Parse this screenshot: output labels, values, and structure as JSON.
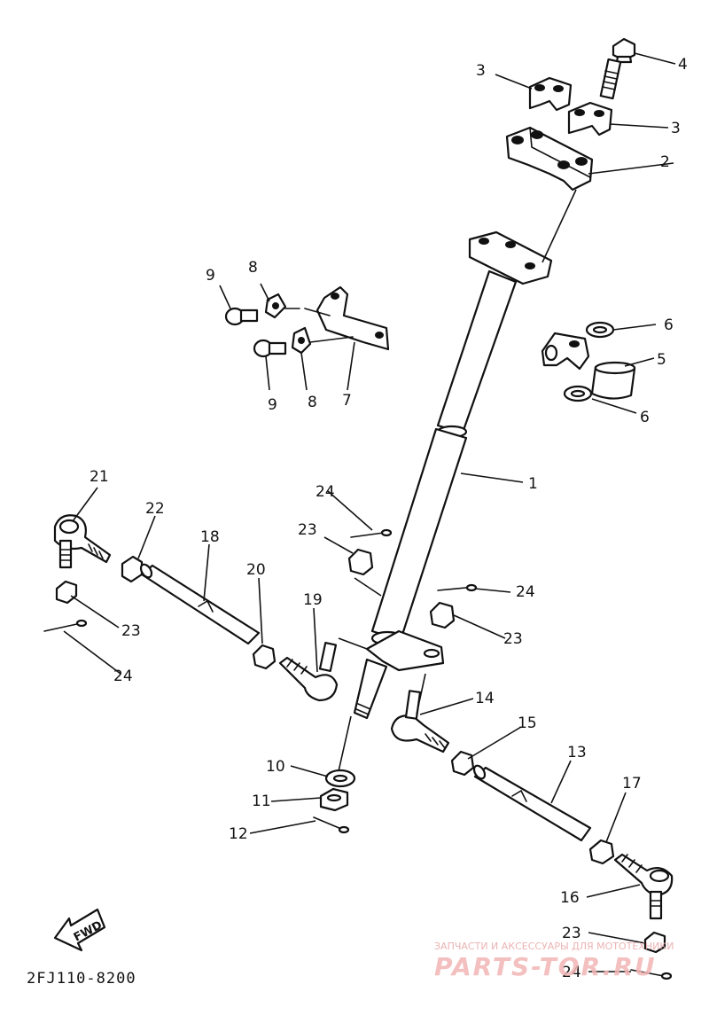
{
  "diagram": {
    "code": "2FJ110-8200",
    "fwd_label": "FWD",
    "callouts": {
      "c1": "1",
      "c2": "2",
      "c3a": "3",
      "c3b": "3",
      "c4": "4",
      "c5": "5",
      "c6a": "6",
      "c6b": "6",
      "c7": "7",
      "c8a": "8",
      "c8b": "8",
      "c9a": "9",
      "c9b": "9",
      "c10": "10",
      "c11": "11",
      "c12": "12",
      "c13": "13",
      "c14": "14",
      "c15": "15",
      "c16": "16",
      "c17": "17",
      "c18": "18",
      "c19": "19",
      "c20": "20",
      "c21": "21",
      "c22": "22",
      "c23a": "23",
      "c23b": "23",
      "c23c": "23",
      "c23d": "23",
      "c24a": "24",
      "c24b": "24",
      "c24c": "24",
      "c24d": "24"
    }
  },
  "watermark": {
    "top": "ЗАПЧАСТИ И АКСЕССУАРЫ ДЛЯ МОТОТЕХНИКИ",
    "logo": "PARTS-TOR.RU"
  }
}
